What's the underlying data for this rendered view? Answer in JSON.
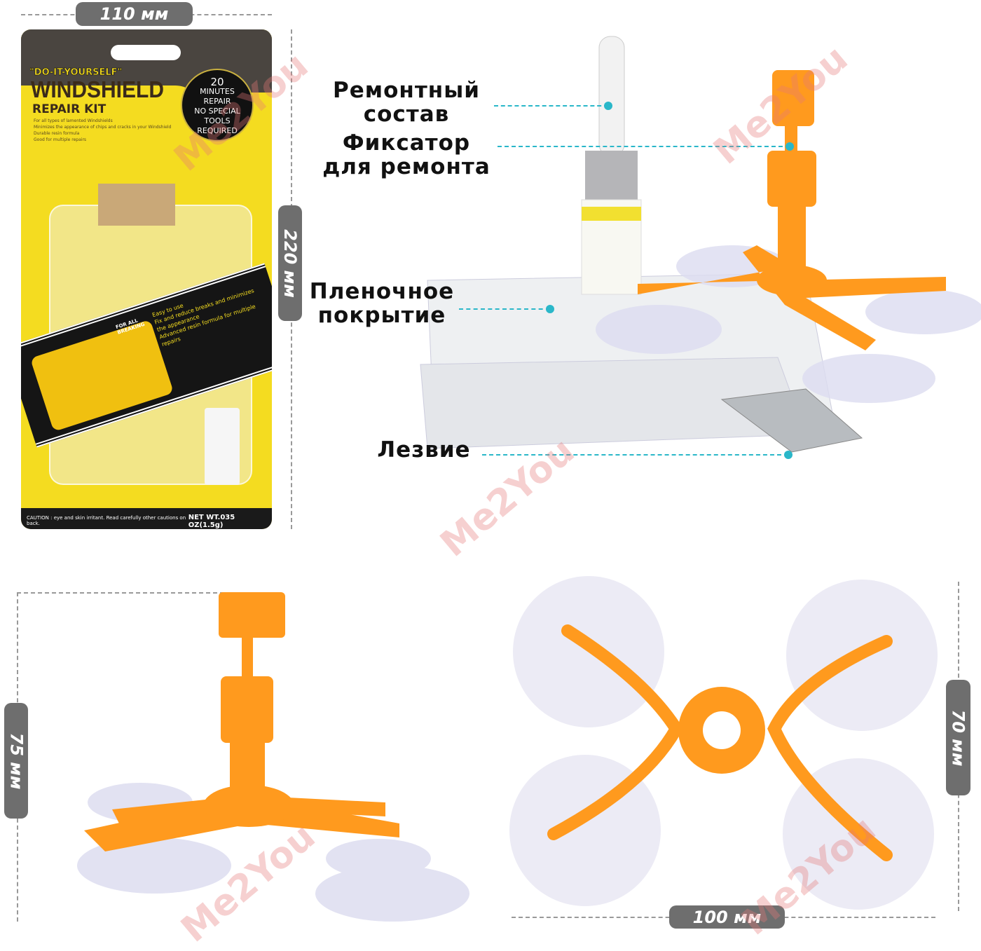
{
  "dimensions": {
    "package_width": "110 мм",
    "package_height": "220 мм",
    "tool_height": "75 мм",
    "tool_depth": "70 мм",
    "tool_width": "100 мм"
  },
  "callouts": {
    "resin": "Ремонтный состав",
    "holder": "Фиксатор для ремонта",
    "film": "Пленочное покрытие",
    "blade": "Лезвие"
  },
  "package": {
    "diy": "\"DO-IT-YOURSELF\"",
    "title": "WINDSHIELD",
    "subtitle": "REPAIR KIT",
    "bullets": [
      "For all types of lamented Windshields",
      "Minimizes the appearance of chips and cracks in your Windshield",
      "Durable resin formula",
      "Good for multiple repairs"
    ],
    "badge": [
      "20",
      "MINUTES",
      "REPAIR",
      "NO SPECIAL TOOLS",
      "REQUIRED"
    ],
    "band_heading": "FOR ALL BREAKING",
    "band_bullets": [
      "Easy to use",
      "Fix and reduce breaks and minimizes the appearance",
      "Advanced resin formula for multiple repairs"
    ],
    "caution": "CAUTION : eye and skin irritant. Read carefully other cautions on back.",
    "net_wt": "NET WT.035 OZ(1.5g)"
  },
  "watermark": "Me2You",
  "colors": {
    "orange": "#ff9a1e",
    "callout": "#2ab7c9",
    "pill": "#6e6e6e",
    "package": "#f4dc20"
  }
}
